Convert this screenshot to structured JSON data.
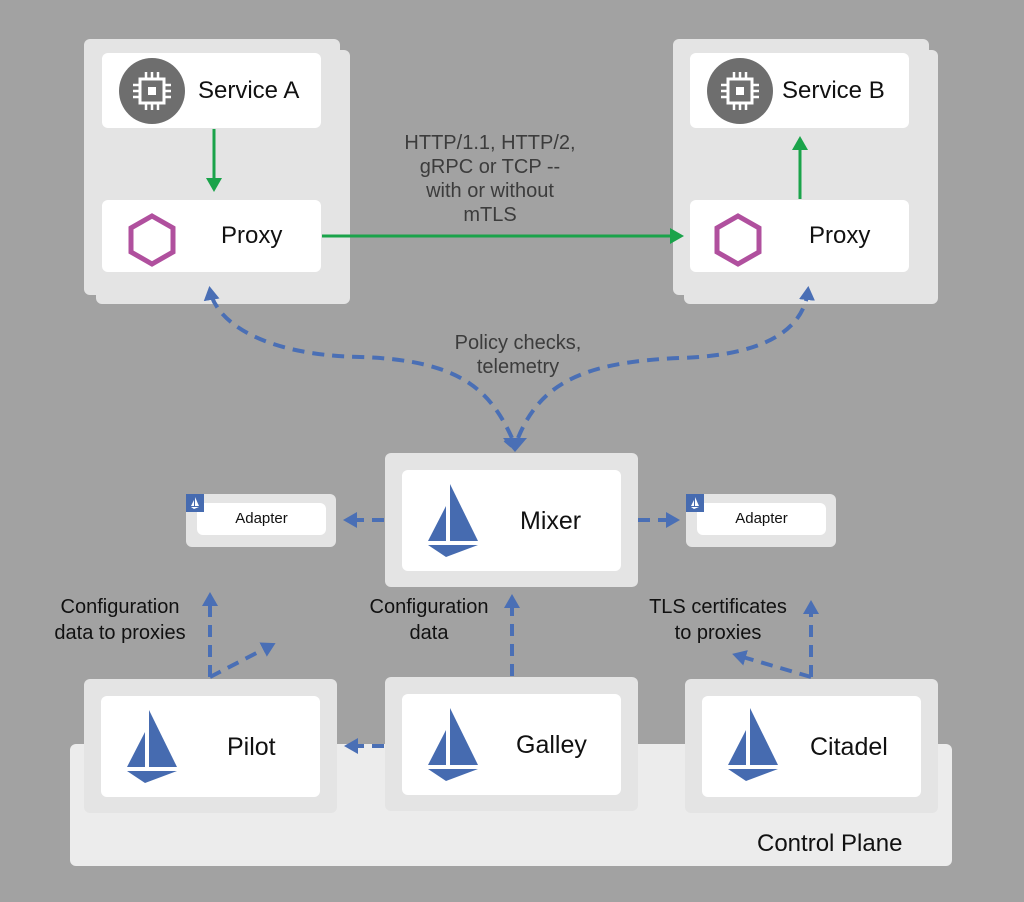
{
  "diagram": {
    "colors": {
      "background": "#a2a2a2",
      "panel": "#e4e4e4",
      "card": "#ffffff",
      "data_flow": "#1aa34a",
      "control_flow": "#4a6fb5",
      "proxy_hexagon": "#b0509e",
      "service_icon": "#6e6e6e",
      "istio_logo": "#466bb0"
    },
    "service_a": {
      "title": "Service A",
      "icon": "chip-icon",
      "proxy_label": "Proxy",
      "proxy_icon": "hexagon-icon"
    },
    "service_b": {
      "title": "Service B",
      "icon": "chip-icon",
      "proxy_label": "Proxy",
      "proxy_icon": "hexagon-icon"
    },
    "traffic_note": {
      "lines": [
        "HTTP/1.1, HTTP/2,",
        "gRPC or TCP --",
        "with or without",
        "mTLS"
      ]
    },
    "policy_note": {
      "lines": [
        "Policy checks,",
        "telemetry"
      ]
    },
    "mixer": {
      "label": "Mixer",
      "icon": "istio-sail-icon"
    },
    "adapters": [
      {
        "label": "Adapter",
        "icon": "istio-sail-icon"
      },
      {
        "label": "Adapter",
        "icon": "istio-sail-icon"
      }
    ],
    "annotations": {
      "pilot_config": [
        "Configuration",
        "data to proxies"
      ],
      "galley_config": [
        "Configuration",
        "data"
      ],
      "citadel_tls": [
        "TLS certificates",
        "to proxies"
      ]
    },
    "control_plane": {
      "label": "Control Plane",
      "components": [
        {
          "label": "Pilot",
          "icon": "istio-sail-icon"
        },
        {
          "label": "Galley",
          "icon": "istio-sail-icon"
        },
        {
          "label": "Citadel",
          "icon": "istio-sail-icon"
        }
      ]
    }
  }
}
